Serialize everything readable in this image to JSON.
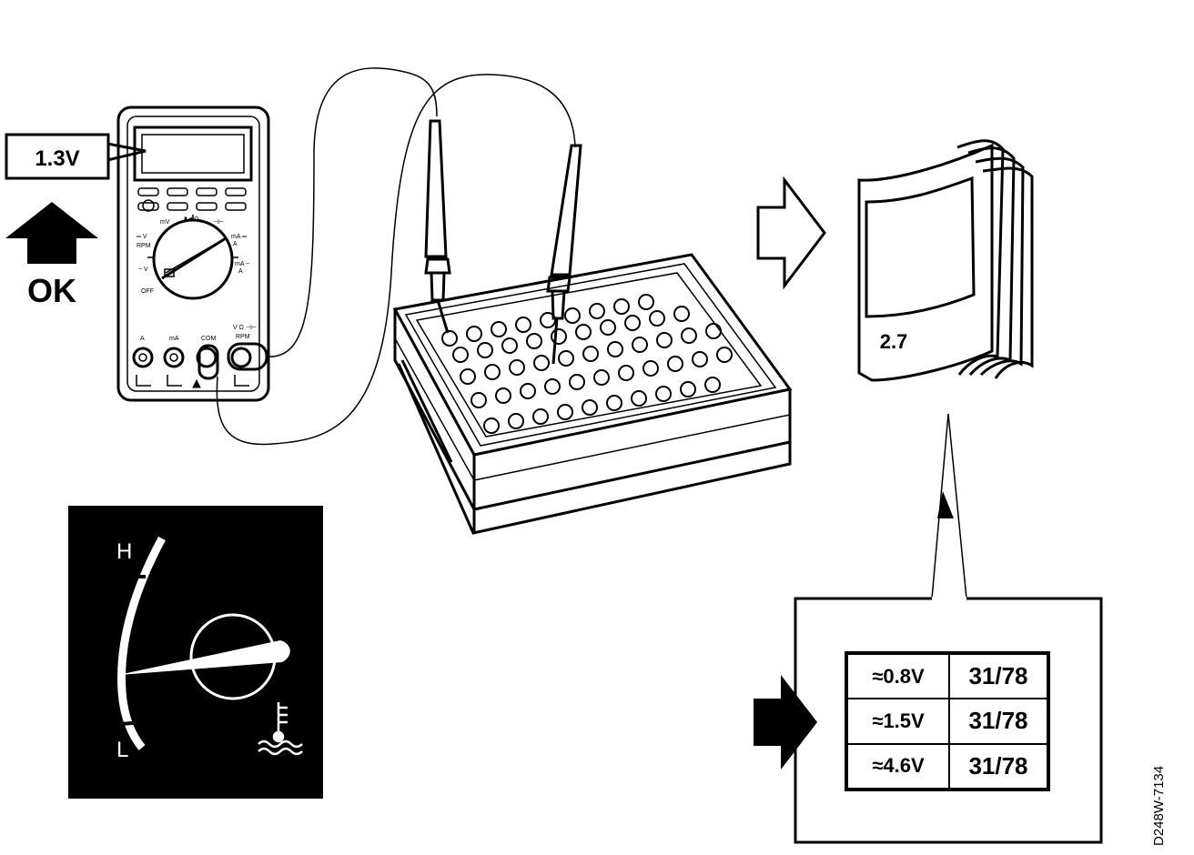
{
  "multimeter": {
    "display_reading": "1.3V",
    "status_label": "OK"
  },
  "manual": {
    "section_number": "2.7"
  },
  "voltage_table": {
    "rows": [
      {
        "voltage": "≈0.8V",
        "pin": "31/78"
      },
      {
        "voltage": "≈1.5V",
        "pin": "31/78"
      },
      {
        "voltage": "≈4.6V",
        "pin": "31/78"
      }
    ]
  },
  "gauge": {
    "high_label": "H",
    "low_label": "L"
  },
  "drawing_code": "D248W-7134"
}
